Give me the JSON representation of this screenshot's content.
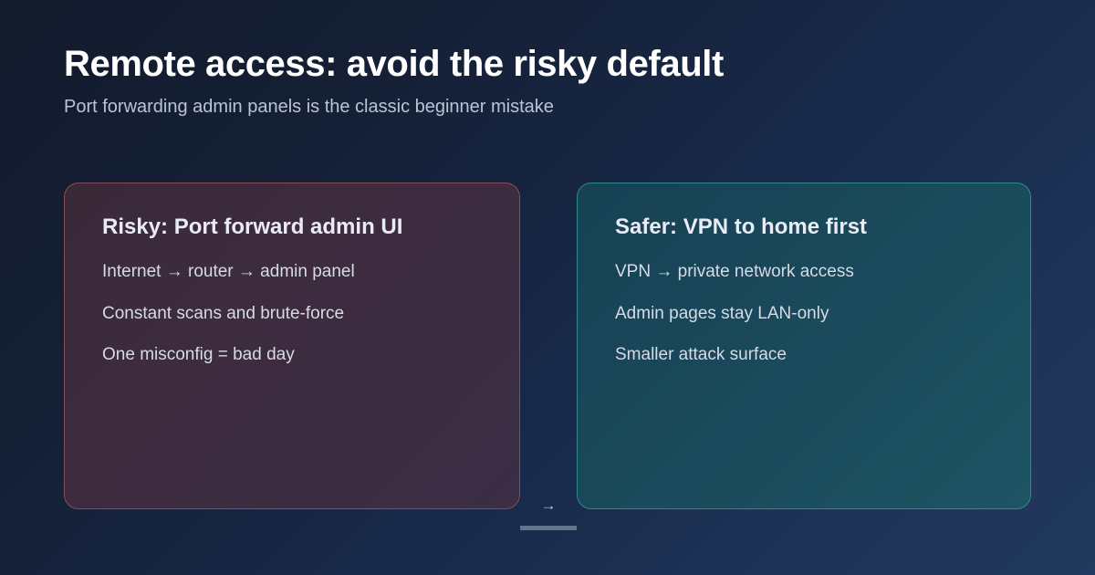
{
  "header": {
    "title": "Remote access: avoid the risky default",
    "subtitle": "Port forwarding admin panels is the classic beginner mistake"
  },
  "connector": {
    "arrow_glyph": "→"
  },
  "cards": [
    {
      "id": "risky",
      "title": "Risky: Port forward admin UI",
      "lines": [
        "Internet  →  router  →  admin panel",
        "Constant scans and brute-force",
        "One misconfig = bad day"
      ]
    },
    {
      "id": "safer",
      "title": "Safer: VPN to home first",
      "lines": [
        "VPN  →  private network access",
        "Admin pages stay LAN-only",
        "Smaller attack surface"
      ]
    }
  ],
  "colors": {
    "background_start": "#121a2b",
    "background_end": "#21395e",
    "risky_border": "#8c4a59",
    "risky_fill": "#3d2c3f",
    "safer_border": "#2c8b8c",
    "safer_fill": "#1a4a5b",
    "connector": "#64748b",
    "title_text": "#ffffff",
    "subtitle_text": "#b9c4d6",
    "body_text": "#d6dbe6"
  }
}
